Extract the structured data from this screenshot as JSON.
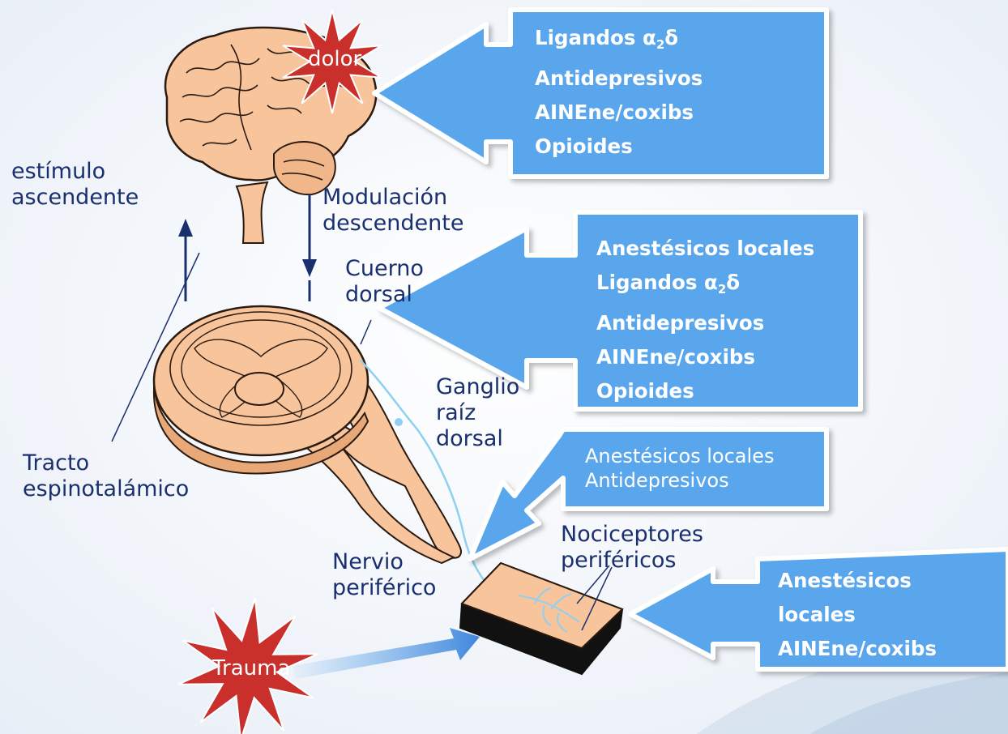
{
  "labels": {
    "dolor": "dolor",
    "estimulo_1": "estímulo",
    "estimulo_2": "ascendente",
    "modulacion_1": "Modulación",
    "modulacion_2": "descendente",
    "cuerno_1": "Cuerno",
    "cuerno_2": "dorsal",
    "ganglio_1": "Ganglio",
    "ganglio_2": "raíz",
    "ganglio_3": "dorsal",
    "tracto_1": "Tracto",
    "tracto_2": "espinotalámico",
    "nervio_1": "Nervio",
    "nervio_2": "periférico",
    "nociceptores_1": "Nociceptores",
    "nociceptores_2": "periféricos",
    "trauma": "Trauma"
  },
  "boxes": {
    "brain": {
      "alpha_prefix": "Ligandos α",
      "alpha_sub": "2",
      "alpha_suffix": "δ",
      "items": [
        "Antidepresivos",
        "AINEne/coxibs",
        "Opioides"
      ]
    },
    "spinal": {
      "first": "Anestésicos locales",
      "alpha_prefix": "Ligandos α",
      "alpha_sub": "2",
      "alpha_suffix": "δ",
      "items": [
        "Antidepresivos",
        "AINEne/coxibs",
        "Opioides"
      ]
    },
    "nerve": {
      "items": [
        "Anestésicos locales",
        "Antidepresivos"
      ]
    },
    "periph": {
      "items": [
        "Anestésicos",
        "locales",
        "AINEne/coxibs"
      ]
    }
  },
  "colors": {
    "tissue": "#f7c49b",
    "tissue_stroke": "#2a1a10",
    "box_fill": "#5aa6ec",
    "box_stroke": "#ffffff",
    "text_blue": "#1a2f6e",
    "star": "#c9302c",
    "nerve_fiber": "#8fd0f0"
  }
}
